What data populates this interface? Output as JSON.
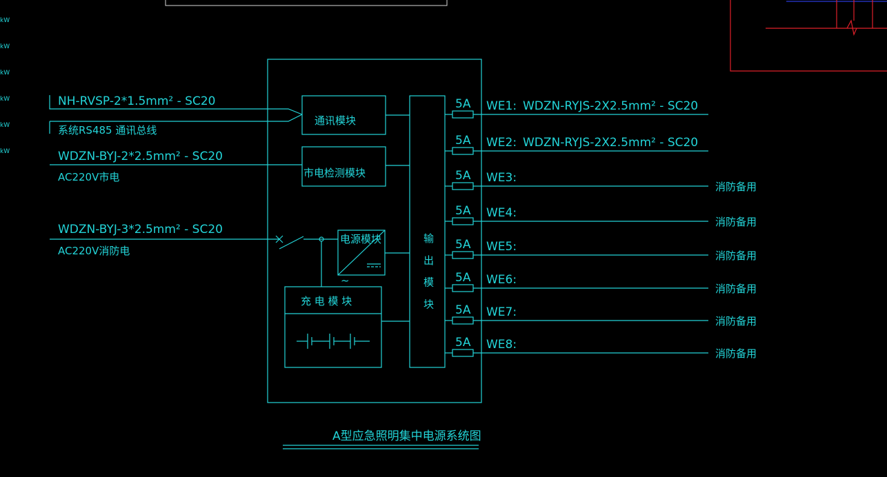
{
  "drawing": {
    "title": "A型应急照明集中电源系统图"
  },
  "inputs": [
    {
      "cable": "NH-RVSP-2*1.5mm² - SC20",
      "desc": "系统RS485 通讯总线"
    },
    {
      "cable": "WDZN-BYJ-2*2.5mm² - SC20",
      "desc": "AC220V市电"
    },
    {
      "cable": "WDZN-BYJ-3*2.5mm² - SC20",
      "desc": "AC220V消防电"
    }
  ],
  "modules": {
    "comm": "通讯模块",
    "mains_detect": "市电检测模块",
    "power": "电源模块",
    "charge": "充 电 模 块",
    "output": "输 出 模 块"
  },
  "outputs": [
    {
      "id": "WE1:",
      "fuse": "5A",
      "cable": "WDZN-RYJS-2X2.5mm² - SC20",
      "note": ""
    },
    {
      "id": "WE2:",
      "fuse": "5A",
      "cable": "WDZN-RYJS-2X2.5mm² - SC20",
      "note": ""
    },
    {
      "id": "WE3:",
      "fuse": "5A",
      "cable": "",
      "note": "消防备用"
    },
    {
      "id": "WE4:",
      "fuse": "5A",
      "cable": "",
      "note": "消防备用"
    },
    {
      "id": "WE5:",
      "fuse": "5A",
      "cable": "",
      "note": "消防备用"
    },
    {
      "id": "WE6:",
      "fuse": "5A",
      "cable": "",
      "note": "消防备用"
    },
    {
      "id": "WE7:",
      "fuse": "5A",
      "cable": "",
      "note": "消防备用"
    },
    {
      "id": "WE8:",
      "fuse": "5A",
      "cable": "",
      "note": "消防备用"
    }
  ],
  "margin_marks": [
    "kW",
    "kW",
    "kW",
    "kW",
    "kW",
    "kW"
  ],
  "colors": {
    "line": "#23d4d8",
    "background": "#000000",
    "frame_red": "#e0202a",
    "frame_blue": "#2b3bd8"
  }
}
